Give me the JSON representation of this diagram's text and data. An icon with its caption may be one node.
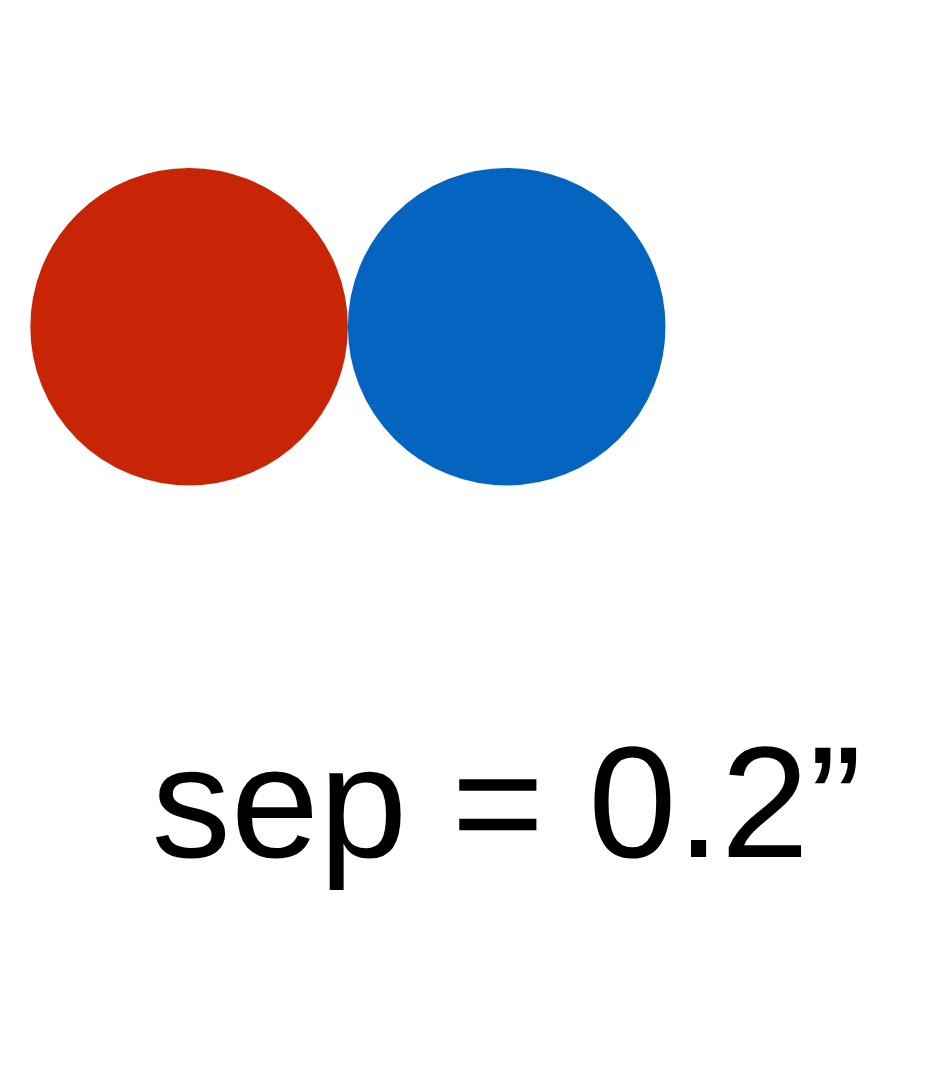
{
  "diagram": {
    "nodes": [
      {
        "text": [],
        "shape": "circle"
      },
      {
        "text": [],
        "shape": "circle"
      }
    ],
    "labels": [
      "sep = 0.2”"
    ]
  }
}
